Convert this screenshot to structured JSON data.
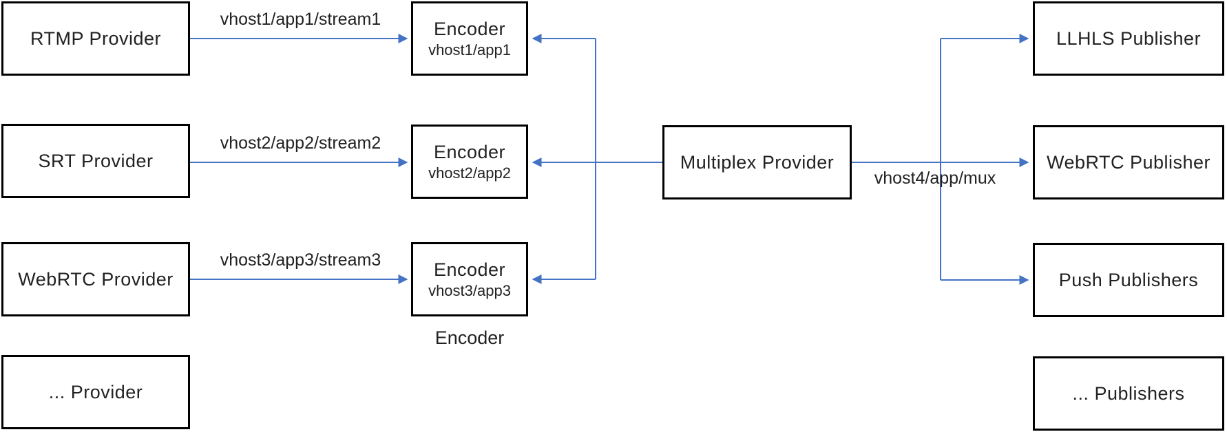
{
  "diagram": {
    "providers": [
      {
        "label": "RTMP Provider"
      },
      {
        "label": "SRT Provider"
      },
      {
        "label": "WebRTC Provider"
      },
      {
        "label": "... Provider"
      }
    ],
    "encoders": [
      {
        "name": "Encoder",
        "path": "vhost1/app1"
      },
      {
        "name": "Encoder",
        "path": "vhost2/app2"
      },
      {
        "name": "Encoder",
        "path": "vhost3/app3"
      }
    ],
    "encoder_group_caption": "Encoder",
    "multiplex": {
      "label": "Multiplex Provider"
    },
    "publishers": [
      {
        "label": "LLHLS Publisher"
      },
      {
        "label": "WebRTC Publisher"
      },
      {
        "label": "Push Publishers"
      },
      {
        "label": "... Publishers"
      }
    ],
    "stream_labels": [
      "vhost1/app1/stream1",
      "vhost2/app2/stream2",
      "vhost3/app3/stream3"
    ],
    "mux_output_label": "vhost4/app/mux",
    "colors": {
      "arrow": "#4472C4",
      "box_border": "#000000",
      "box_fill": "#ffffff",
      "text": "#222222"
    }
  }
}
